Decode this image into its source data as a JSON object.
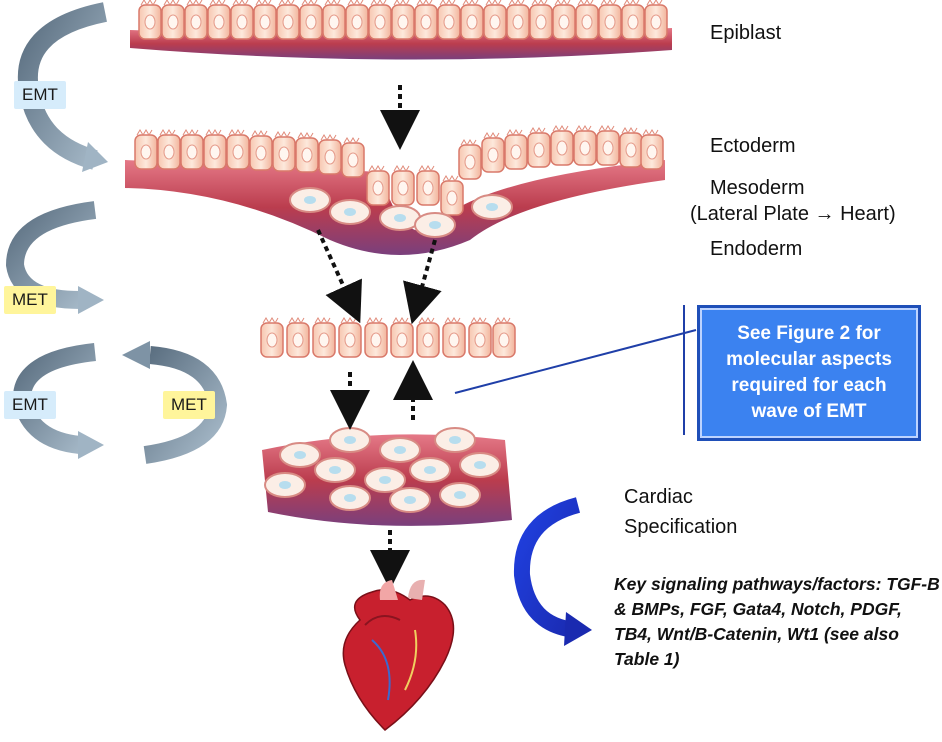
{
  "layers": {
    "epiblast": "Epiblast",
    "ectoderm": "Ectoderm",
    "mesoderm": "Mesoderm",
    "mesoderm_detail": "(Lateral Plate → Heart)",
    "endoderm": "Endoderm"
  },
  "transitions": {
    "emt_top": "EMT",
    "met_mid": "MET",
    "emt_low": "EMT",
    "met_low": "MET"
  },
  "callout": {
    "text": "See Figure 2 for molecular aspects required for each wave of EMT"
  },
  "cardiac": {
    "label": "Cardiac\nSpecification",
    "signals": "Key signaling pathways/factors: TGF-B & BMPs, FGF, Gata4, Notch, PDGF, TB4, Wnt/B-Catenin, Wt1 (see also Table 1)"
  },
  "icons": [
    "heart-icon",
    "curved-arrow-icon",
    "dotted-arrow-icon",
    "cell-icon"
  ],
  "colors": {
    "callout_bg": "#3b82f0",
    "emt_tag": "#d6ecfb",
    "met_tag": "#fff59b",
    "grey_arrow": "#6f879c",
    "blue_arrow": "#1f3fd8",
    "tissue": "#c03b4a"
  }
}
